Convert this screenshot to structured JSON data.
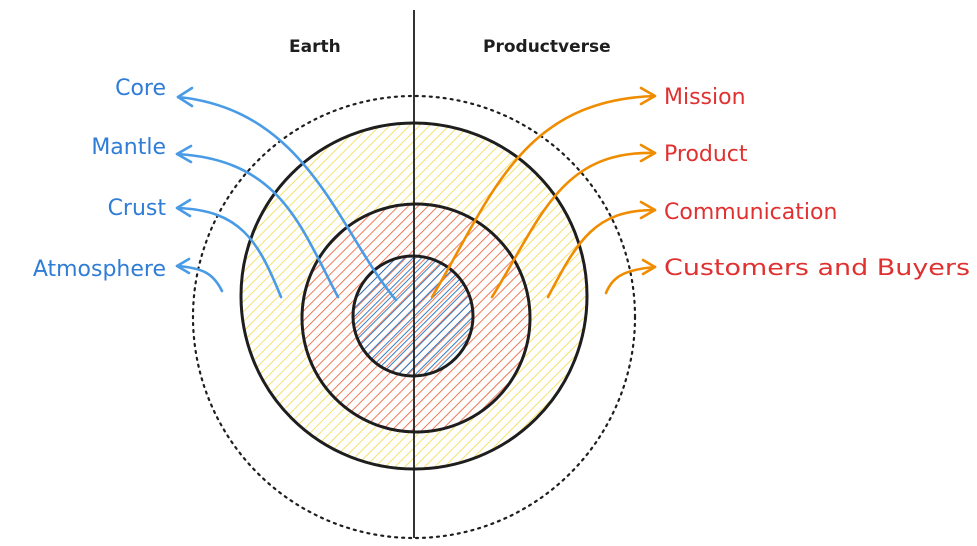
{
  "headers": {
    "left": "Earth",
    "right": "Productverse"
  },
  "earth_labels": [
    {
      "text": "Core"
    },
    {
      "text": "Mantle"
    },
    {
      "text": "Crust"
    },
    {
      "text": "Atmosphere"
    }
  ],
  "product_labels": [
    {
      "text": "Mission"
    },
    {
      "text": "Product"
    },
    {
      "text": "Communication"
    },
    {
      "text": "Customers and Buyers"
    }
  ],
  "colors": {
    "earth": "#2f7dd6",
    "product_text": "#e03131",
    "product_arrow": "#f08c00",
    "core_fill": "#1971c2",
    "mantle_fill": "#ff6b6b",
    "crust_fill": "#ffe680",
    "outline": "#1e1e1e"
  }
}
